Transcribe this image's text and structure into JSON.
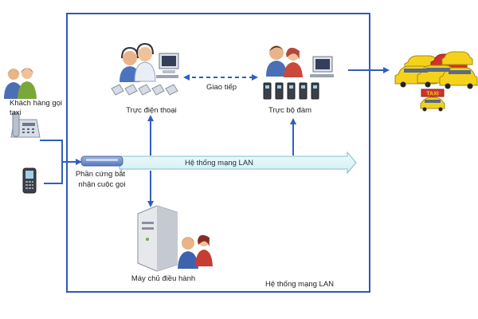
{
  "diagram": {
    "nodes": {
      "customer": {
        "label": "Khách hàng gọi taxi",
        "icon": "customer-people-icon"
      },
      "desk_phone": {
        "icon": "desk-phone-icon"
      },
      "mobile_phone": {
        "icon": "mobile-phone-icon"
      },
      "hardware": {
        "label_line1": "Phần cứng bắt",
        "label_line2": "nhận cuộc gọi",
        "icon": "call-capture-device-icon"
      },
      "phone_operator": {
        "label": "Trực điện thoại",
        "icon": "call-center-operators-icon"
      },
      "radio_operator": {
        "label": "Trực bộ đàm",
        "icon": "radio-operators-icon"
      },
      "server": {
        "label": "Máy chủ điều hành",
        "icon": "server-icon"
      },
      "taxi": {
        "icon": "taxi-fleet-icon",
        "sign": "TAXI"
      }
    },
    "edges": {
      "communication": "Giao tiếp",
      "lan_arrow": "Hệ thống mạng LAN"
    },
    "frame_label": "Hệ thống mạng LAN"
  },
  "colors": {
    "frame": "#2f59b5",
    "arrow": "#2f5fbf",
    "lan_fill": "#dff4f6",
    "lan_stroke": "#7fbfd0",
    "taxi_yellow": "#f4d21a",
    "taxi_red": "#d0322b"
  }
}
